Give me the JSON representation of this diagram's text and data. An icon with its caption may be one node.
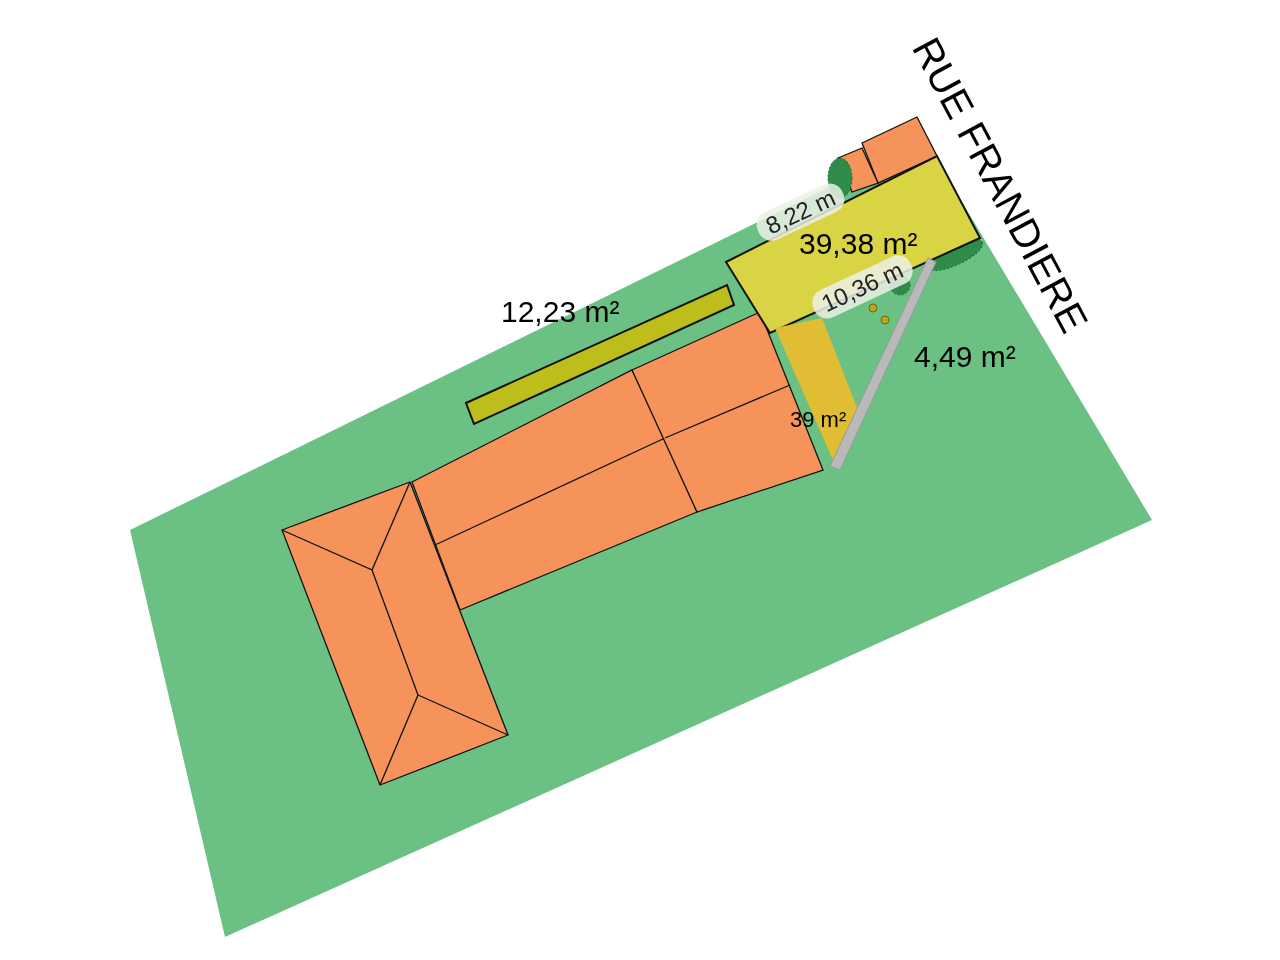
{
  "diagram": {
    "nodes": [
      {
        "text": [
          "39,38 m²"
        ]
      },
      {
        "text": [
          "12,23 m²"
        ]
      },
      {
        "text": [
          "39 m²"
        ]
      },
      {
        "text": [
          "4,49 m²"
        ]
      }
    ],
    "labels": [
      "RUE FRANDIERE",
      "8,22 m",
      "10,36 m"
    ]
  }
}
